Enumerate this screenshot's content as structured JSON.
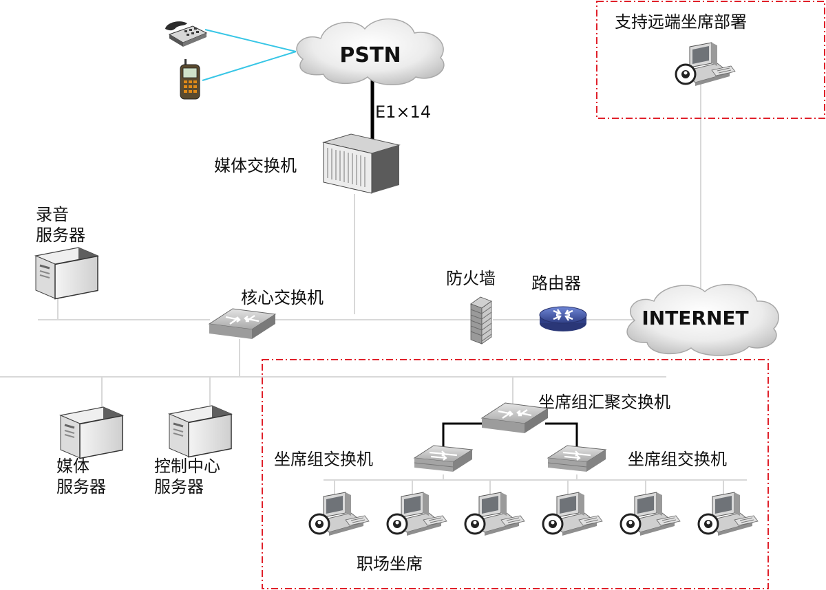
{
  "clouds": {
    "pstn": "PSTN",
    "internet": "INTERNET"
  },
  "trunk": {
    "label": "E1×14"
  },
  "devices": {
    "media_switch": "媒体交换机",
    "recording_server": [
      "录音",
      "服务器"
    ],
    "core_switch": "核心交换机",
    "firewall": "防火墙",
    "router": "路由器",
    "media_server": [
      "媒体",
      "服务器"
    ],
    "control_server": [
      "控制中心",
      "服务器"
    ]
  },
  "remote_zone": {
    "title": "支持远端坐席部署"
  },
  "agent_zone": {
    "aggregation_switch": "坐席组汇聚交换机",
    "group_switch_left": "坐席组交换机",
    "group_switch_right": "坐席组交换机",
    "workstations_label": "职场坐席",
    "workstation_count": 6
  },
  "colors": {
    "zone_border": "#e0202a",
    "phone_link": "#38c6e6",
    "trunk_link": "#000000",
    "lan_link": "#d8d8d8",
    "router_fill": "#4a5fae",
    "switch_fill": "#b9b9b9"
  },
  "icons": [
    "desk-phone-icon",
    "mobile-phone-icon",
    "cloud-icon",
    "chassis-switch-icon",
    "tower-server-icon",
    "network-switch-icon",
    "firewall-icon",
    "router-icon",
    "stacked-switch-icon",
    "agent-workstation-icon"
  ]
}
